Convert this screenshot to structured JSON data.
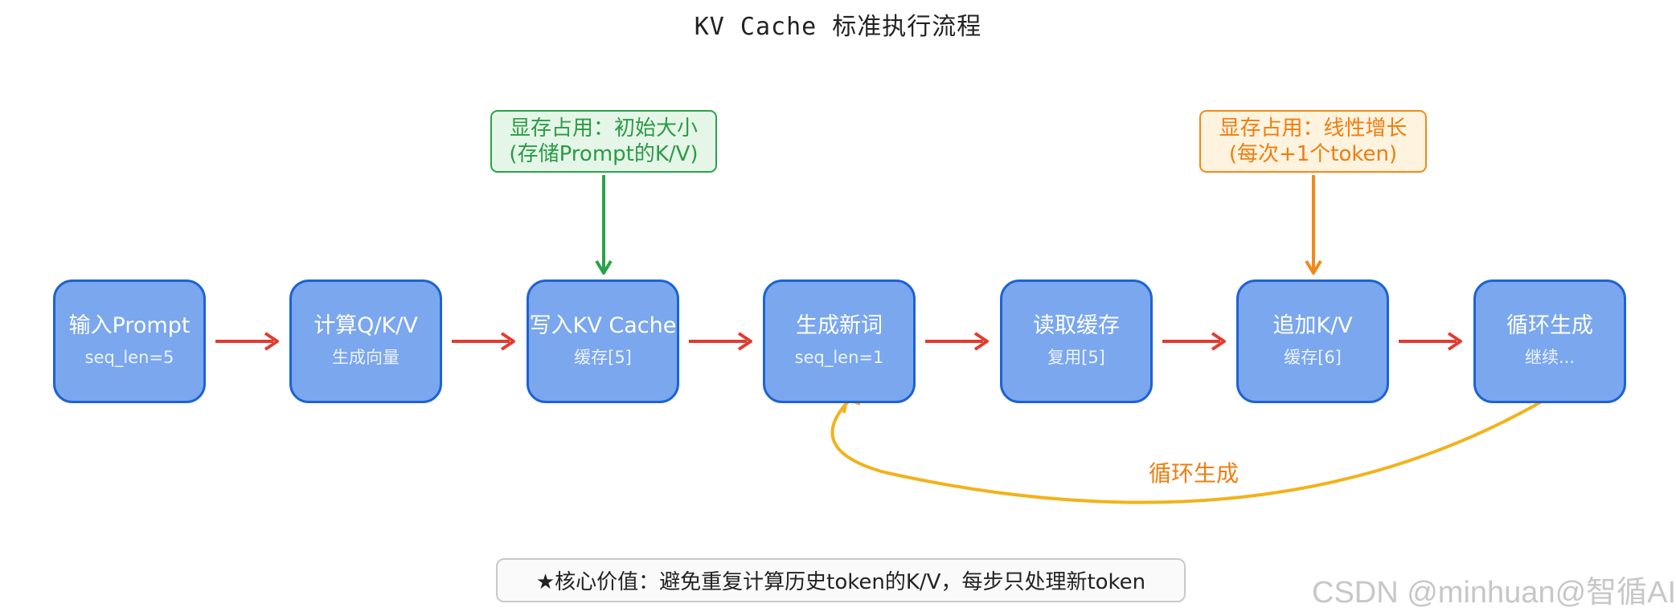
{
  "title": "KV Cache 标准执行流程",
  "nodes": [
    {
      "label": "输入Prompt",
      "sub": "seq_len=5"
    },
    {
      "label": "计算Q/K/V",
      "sub": "生成向量"
    },
    {
      "label": "写入KV Cache",
      "sub": "缓存[5]"
    },
    {
      "label": "生成新词",
      "sub": "seq_len=1"
    },
    {
      "label": "读取缓存",
      "sub": "复用[5]"
    },
    {
      "label": "追加K/V",
      "sub": "缓存[6]"
    },
    {
      "label": "循环生成",
      "sub": "继续..."
    }
  ],
  "notes": {
    "initial": {
      "line1": "显存占用：初始大小",
      "line2": "(存储Prompt的K/V)"
    },
    "growth": {
      "line1": "显存占用：线性增长",
      "line2": "(每次+1个token)"
    }
  },
  "loop_label": "循环生成",
  "footer": "★核心价值：避免重复计算历史token的K/V，每步只处理新token",
  "watermark": "CSDN @minhuan@智循AI",
  "colors": {
    "node_fill": "#7aa7ee",
    "node_border": "#1d63d3",
    "flow_arrow": "#e03c31",
    "note_green": "#2aa24a",
    "note_orange": "#ef8a18",
    "loop_arrow": "#f2b21b"
  }
}
